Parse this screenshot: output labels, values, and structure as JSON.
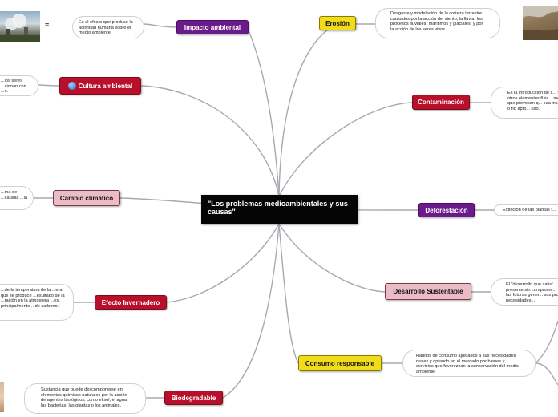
{
  "central": {
    "title": "\"Los problemas medioambientales y sus causas\""
  },
  "topics": {
    "impacto": {
      "label": "Impacto ambiental",
      "desc": "Es el efecto que produce la actividad humana sobre el medio ambiente."
    },
    "erosion": {
      "label": "Erosión",
      "desc": "Desgaste y modelación de la corteza terrestre causados por la acción del viento, la lluvia, los procesos fluviales, marítimos y glaciales, y por la acción de los seres vivos."
    },
    "cultura": {
      "label": "Cultura ambiental",
      "desc": "...los seres ...cionan con ...e."
    },
    "contaminacion": {
      "label": "Contaminación",
      "desc": "Es la introducción de s... u otros elementos físic... medio que provocan q... sea inseguro o no apto... uso."
    },
    "cambio": {
      "label": "Cambio climático",
      "desc": "...ma de ...causas ...la"
    },
    "deforestacion": {
      "label": "Deforestación",
      "desc": "Extinción de las plantas f..."
    },
    "desarrollo": {
      "label": "Desarrollo Sustentable",
      "desc": "El \"desarrollo que satisf... presente sin comprome... tienen las futuras gener... sus propias necesidades..."
    },
    "invernadero": {
      "label": "Efecto Invernadero",
      "desc": "...de la temperatura de la ...era que se produce ...esultado de la ...ración en la atmósfera ...es, principalmente ...de carbono."
    },
    "consumo": {
      "label": "Consumo responsable",
      "desc": "Hábitos de consumo ajustados a sus necesidades reales y optando en el mercado por bienes y servicios que favorezcan la conservación del medio ambiente."
    },
    "biodegradable": {
      "label": "Biodegradable",
      "desc": "Sustancia que puede descomponerse en elementos químicos naturales por la acción de agentes biológicos, como el sol, el agua, las bacterias, las plantas o los animales."
    }
  },
  "icons": {
    "menu": "≡"
  },
  "colors": {
    "purple": "#6b1a8c",
    "red": "#b8102b",
    "yellow": "#f1dc1c",
    "pink": "#ecbcc6",
    "line": "#a8a8b0"
  }
}
